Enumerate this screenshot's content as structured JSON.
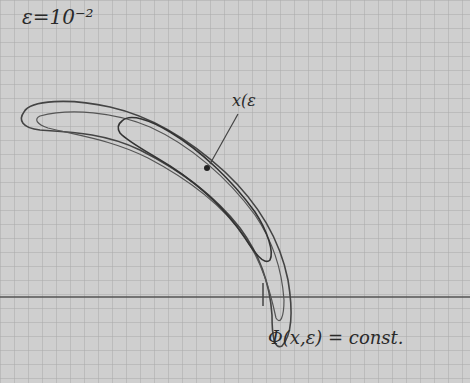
{
  "diagram": {
    "labels": [
      "ε=10⁻²",
      "x(ε",
      "Φ(x,ε) = const."
    ]
  }
}
